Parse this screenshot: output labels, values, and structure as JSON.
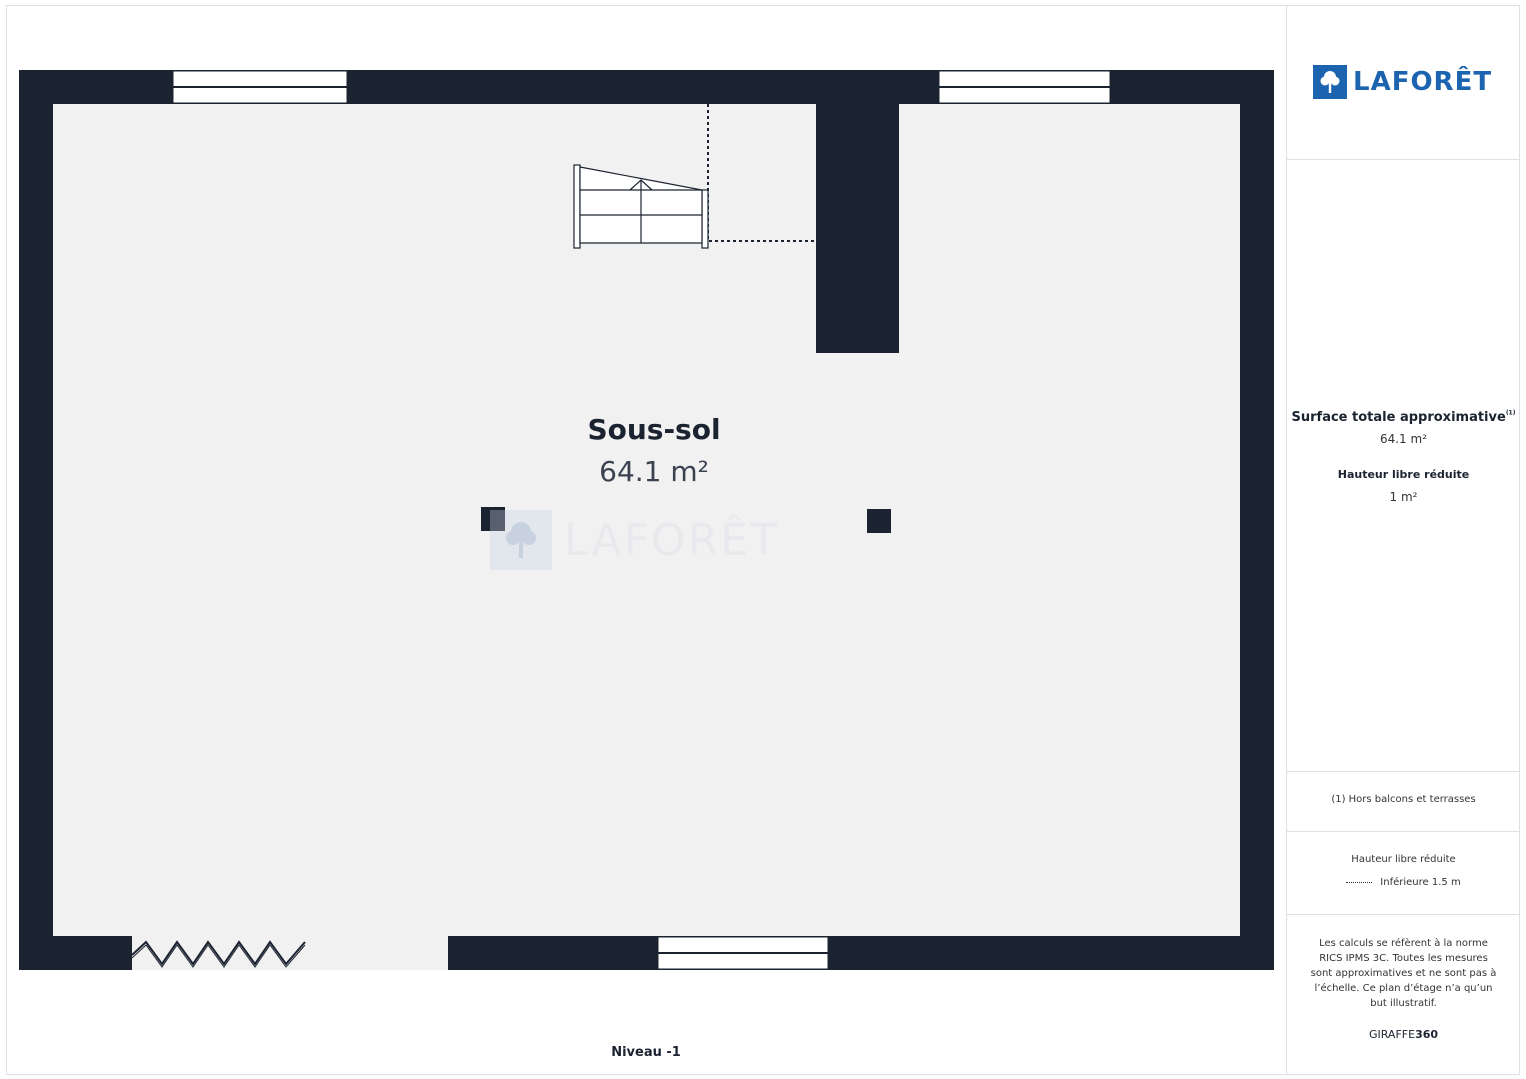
{
  "brand": {
    "name": "LAFORÊT",
    "logo_icon": "tree-icon"
  },
  "plan": {
    "room_name": "Sous-sol",
    "room_area": "64.1 m²",
    "level_label": "Niveau -1",
    "watermark_text": "LAFORÊT",
    "wall_color": "#1b2330",
    "floor_color": "#f1f1f1"
  },
  "sidebar": {
    "total_title": "Surface totale approximative",
    "total_superscript": "(1)",
    "total_value": "64.1 m²",
    "reduced_title": "Hauteur libre réduite",
    "reduced_value": "1 m²",
    "footnote": "(1) Hors balcons et terrasses",
    "legend_title": "Hauteur libre réduite",
    "legend_item": "Inférieure 1.5 m",
    "disclaimer": "Les calculs se réfèrent à la norme RICS IPMS 3C. Toutes les mesures sont approximatives et ne sont pas à l’échelle. Ce plan d’étage n’a qu’un but illustratif.",
    "credit_prefix": "GIRAFFE",
    "credit_suffix": "360"
  },
  "colors": {
    "brand_blue": "#1d64b0",
    "dark": "#1b2330"
  }
}
